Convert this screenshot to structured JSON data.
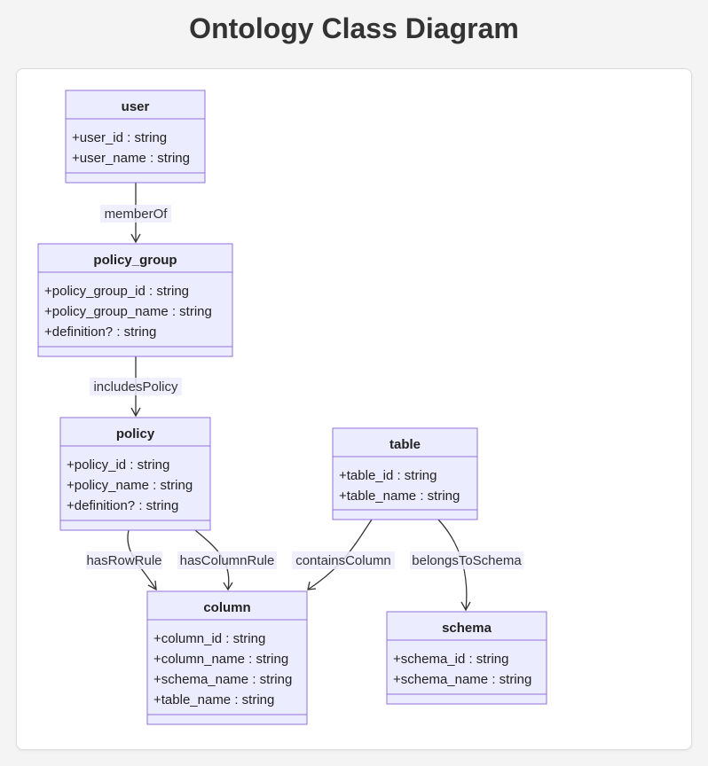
{
  "title": "Ontology Class Diagram",
  "classes": {
    "user": {
      "name": "user",
      "attributes": [
        "+user_id : string",
        "+user_name : string"
      ]
    },
    "policy_group": {
      "name": "policy_group",
      "attributes": [
        "+policy_group_id : string",
        "+policy_group_name : string",
        "+definition? : string"
      ]
    },
    "policy": {
      "name": "policy",
      "attributes": [
        "+policy_id : string",
        "+policy_name : string",
        "+definition? : string"
      ]
    },
    "table": {
      "name": "table",
      "attributes": [
        "+table_id : string",
        "+table_name : string"
      ]
    },
    "column": {
      "name": "column",
      "attributes": [
        "+column_id : string",
        "+column_name : string",
        "+schema_name : string",
        "+table_name : string"
      ]
    },
    "schema": {
      "name": "schema",
      "attributes": [
        "+schema_id : string",
        "+schema_name : string"
      ]
    }
  },
  "relations": {
    "memberOf": "memberOf",
    "includesPolicy": "includesPolicy",
    "hasRowRule": "hasRowRule",
    "hasColumnRule": "hasColumnRule",
    "containsColumn": "containsColumn",
    "belongsToSchema": "belongsToSchema"
  },
  "colors": {
    "class_fill": "#ECECFF",
    "class_border": "#9370DB",
    "edge": "#333333"
  }
}
